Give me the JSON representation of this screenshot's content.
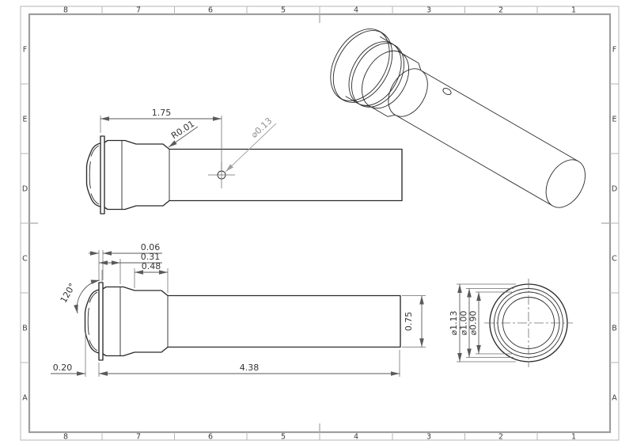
{
  "sheet": {
    "grid": {
      "columns": [
        "8",
        "7",
        "6",
        "5",
        "4",
        "3",
        "2",
        "1"
      ],
      "rows": [
        "F",
        "E",
        "D",
        "C",
        "B",
        "A"
      ]
    }
  },
  "views": {
    "front_view": {
      "dims": {
        "length_to_hole": "1.75",
        "fillet_radius": "R0.01",
        "hole_diameter": "⌀0.13"
      }
    },
    "profile_view": {
      "dims": {
        "flange_thickness": "0.06",
        "head_first_step": "0.31",
        "head_second_step": "0.48",
        "tip_cone_angle": "120°",
        "tip_protrusion": "0.20",
        "overall_length": "4.38",
        "shaft_diameter": "0.75"
      }
    },
    "end_view": {
      "dims": {
        "outer_diameter": "⌀1.13",
        "middle_diameter": "⌀1.00",
        "inner_diameter": "⌀0.90"
      }
    }
  },
  "colors": {
    "part_line": "#2a2a2a",
    "dimension_line": "#5a5a5a",
    "dimension_text": "#353535",
    "leader_gray": "#9f9f9f",
    "sheet_border": "#b6b6b6",
    "inner_border": "#9e9e9e"
  }
}
